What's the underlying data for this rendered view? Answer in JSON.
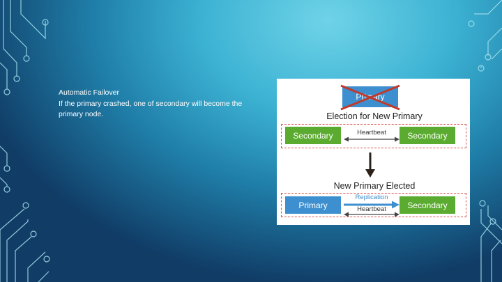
{
  "slide": {
    "title": "Automatic Failover",
    "body": "If the primary crashed, one of secondary will become the primary node."
  },
  "diagram": {
    "crossed_node": "Primary",
    "election_heading": "Election for New Primary",
    "top_left_node": "Secondary",
    "top_right_node": "Secondary",
    "top_link": "Heartbeat",
    "elected_heading": "New Primary Elected",
    "bottom_left_node": "Primary",
    "bottom_right_node": "Secondary",
    "replication_link": "Replication",
    "bottom_link": "Heartbeat"
  },
  "colors": {
    "node_green": "#5aab2f",
    "node_blue": "#3d8fcf",
    "cross_red": "#c0392b"
  }
}
